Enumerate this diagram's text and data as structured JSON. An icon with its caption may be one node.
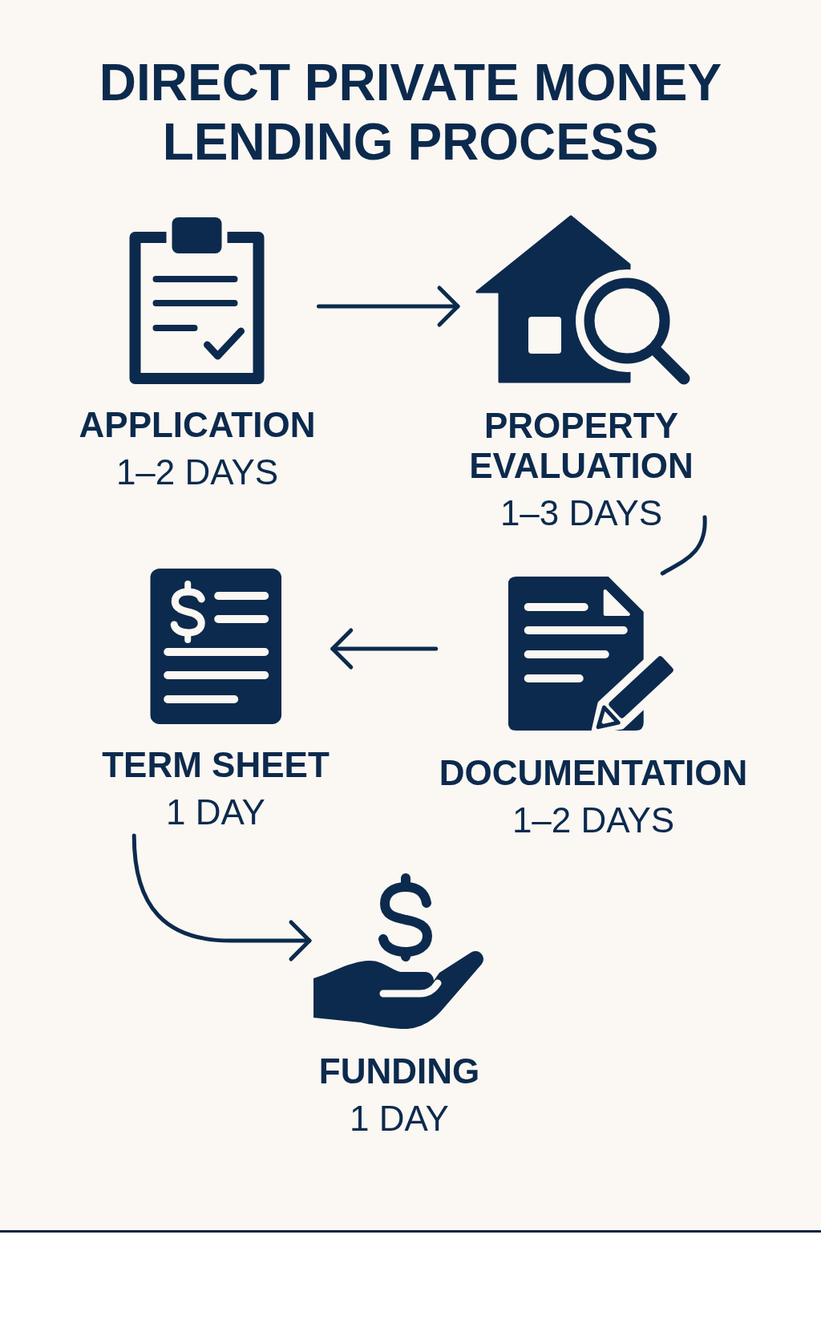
{
  "diagram": {
    "title": "DIRECT PRIVATE MONEY LENDING PROCESS",
    "nodes": [
      {
        "text": [
          "APPLICATION",
          "1–2 DAYS"
        ]
      },
      {
        "text": [
          "PROPERTY EVALUATION",
          "1–3 DAYS"
        ]
      },
      {
        "text": [
          "DOCUMENTATION",
          "1–2 DAYS"
        ]
      },
      {
        "text": [
          "TERM SHEET",
          "1 DAY"
        ]
      },
      {
        "text": [
          "FUNDING",
          "1 DAY"
        ]
      }
    ],
    "edges": [
      {
        "from": 0,
        "to": 1,
        "arrow": "to"
      },
      {
        "from": 1,
        "to": 2,
        "arrow": "none"
      },
      {
        "from": 2,
        "to": 3,
        "arrow": "to"
      },
      {
        "from": 3,
        "to": 4,
        "arrow": "to"
      }
    ]
  }
}
